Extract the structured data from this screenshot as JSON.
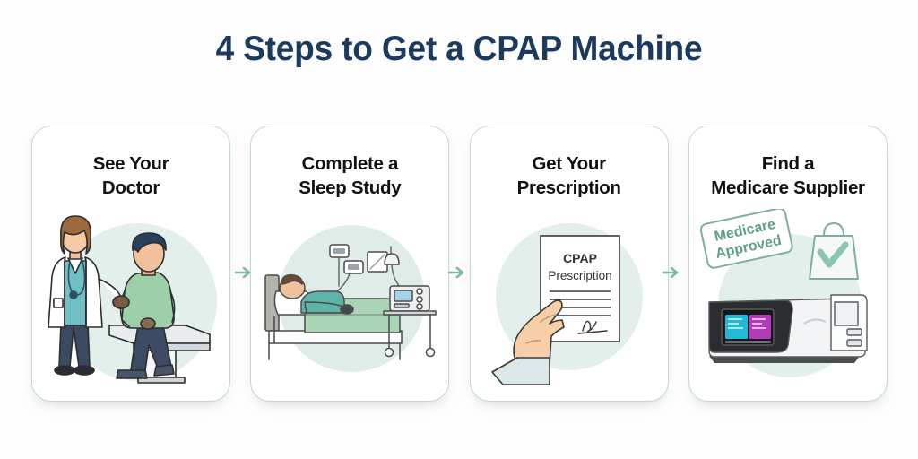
{
  "page": {
    "title": "4 Steps to Get a CPAP Machine",
    "background_color": "#fdfdfd",
    "title_color": "#1b3a5e",
    "accent_color": "#7fb3a6",
    "card_border_color": "#c3d8d3",
    "circle_bg_color": "#dbeae5"
  },
  "steps": [
    {
      "index": "1",
      "title_line1": "See Your",
      "title_line2": "Doctor",
      "illustration": "doctor-consulting-patient-on-exam-table"
    },
    {
      "index": "2",
      "title_line1": "Complete a",
      "title_line2": "Sleep Study",
      "illustration": "patient-sleeping-in-bed-with-monitoring-electrodes"
    },
    {
      "index": "3",
      "title_line1": "Get Your",
      "title_line2": "Prescription",
      "illustration": "hand-holding-prescription-document",
      "document": {
        "heading_line1": "CPAP",
        "heading_line2": "Prescription"
      }
    },
    {
      "index": "4",
      "title_line1": "Find a",
      "title_line2": "Medicare Supplier",
      "illustration": "cpap-machine-with-medicare-approved-stamp-and-shopping-bag",
      "stamp": {
        "line1": "Medicare",
        "line2": "Approved"
      }
    }
  ],
  "arrows": [
    {
      "name": "arrow-step1-to-step2",
      "glyph": "→"
    },
    {
      "name": "arrow-step2-to-step3",
      "glyph": "→"
    },
    {
      "name": "arrow-step3-to-step4",
      "glyph": "→"
    }
  ]
}
